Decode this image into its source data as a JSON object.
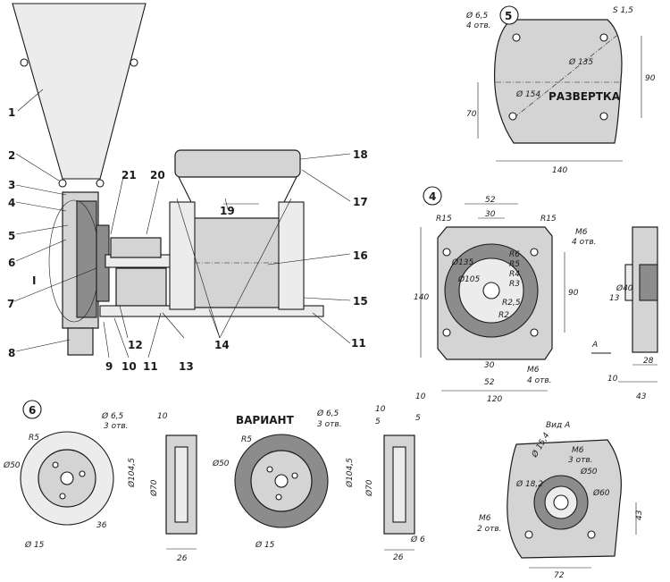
{
  "assembly": {
    "callouts": [
      "1",
      "2",
      "3",
      "4",
      "5",
      "6",
      "7",
      "8",
      "9",
      "10",
      "11",
      "12",
      "13",
      "14",
      "15",
      "16",
      "17",
      "18",
      "19",
      "20",
      "21",
      "11"
    ],
    "section_mark": "I"
  },
  "detail5": {
    "number": "5",
    "hole_dia": "Ø 6,5",
    "hole_count": "4 отв.",
    "thickness": "S 1,5",
    "dia_135": "Ø 135",
    "dia_154": "Ø 154",
    "dev_label": "РАЗВЕРТКА",
    "dim_90": "90",
    "dim_70": "70",
    "dim_140": "140"
  },
  "detail4": {
    "number": "4",
    "r15_left": "R15",
    "r15_right": "R15",
    "dim_52_top": "52",
    "dim_30_top": "30",
    "m6_top": "M6",
    "m6_top_count": "4 отв.",
    "dia_135": "Ø135",
    "dia_105": "Ø105",
    "r6": "R6",
    "r5": "R5",
    "r4": "R4",
    "r3": "R3",
    "r25": "R2,5",
    "r2": "R2",
    "dim_140": "140",
    "dim_90": "90",
    "dim_30_bottom": "30",
    "dim_52_bottom": "52",
    "m6_bottom": "M6",
    "m6_bottom_count": "4 отв.",
    "dim_120": "120",
    "side_dia_40": "Ø40",
    "side_13": "13",
    "side_28": "28",
    "side_10": "10",
    "side_43": "43",
    "view_arrow": "А"
  },
  "detail6": {
    "number": "6",
    "r5": "R5",
    "dia_50": "Ø50",
    "hole_dia": "Ø 6,5",
    "hole_count": "3 отв.",
    "dia_15": "Ø 15",
    "dim_36": "36",
    "side_10": "10",
    "side_dia_104": "Ø104,5",
    "side_dia_70": "Ø70",
    "side_26": "26"
  },
  "variant": {
    "title": "ВАРИАНТ",
    "hole_dia": "Ø 6,5",
    "hole_count": "3 отв.",
    "r5": "R5",
    "dia_50": "Ø50",
    "dia_15": "Ø 15",
    "side_10a": "10",
    "side_10b": "10",
    "side_5a": "5",
    "side_5b": "5",
    "side_dia_104": "Ø104,5",
    "side_dia_70": "Ø70",
    "side_26": "26",
    "side_6": "Ø 6"
  },
  "viewA": {
    "title": "Вид А",
    "m6": "М6",
    "m6_count": "3 отв.",
    "dia_50": "Ø50",
    "dia_60": "Ø60",
    "dia_182": "Ø 18,2",
    "dia_154": "Ø 15,4",
    "m6_2": "М6",
    "m6_2_count": "2 отв.",
    "dim_43": "43",
    "dim_72": "72"
  }
}
